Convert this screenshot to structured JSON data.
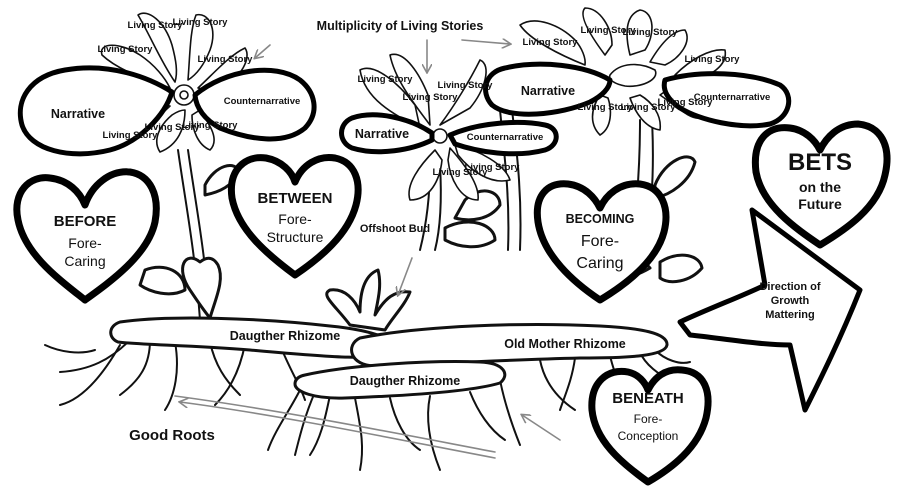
{
  "title": "Multiplicity of Living Stories",
  "living_story": "Living Story",
  "narrative": "Narrative",
  "counternarrative": "Counternarrative",
  "offshoot_bud": "Offshoot Bud",
  "daughter_rhizome": "Daugther Rhizome",
  "old_mother_rhizome": "Old Mother Rhizome",
  "good_roots": "Good Roots",
  "direction": [
    "Direction of",
    "Growth",
    "Mattering"
  ],
  "hearts": {
    "before": {
      "title": "BEFORE",
      "sub": [
        "Fore-",
        "Caring"
      ]
    },
    "between": {
      "title": "BETWEEN",
      "sub": [
        "Fore-",
        "Structure"
      ]
    },
    "becoming": {
      "title": "BECOMING",
      "sub": [
        "Fore-",
        "Caring"
      ]
    },
    "bets": {
      "title": "BETS",
      "sub": [
        "on the",
        "Future"
      ]
    },
    "beneath": {
      "title": "BENEATH",
      "sub": [
        "Fore-",
        "Conception"
      ]
    }
  }
}
